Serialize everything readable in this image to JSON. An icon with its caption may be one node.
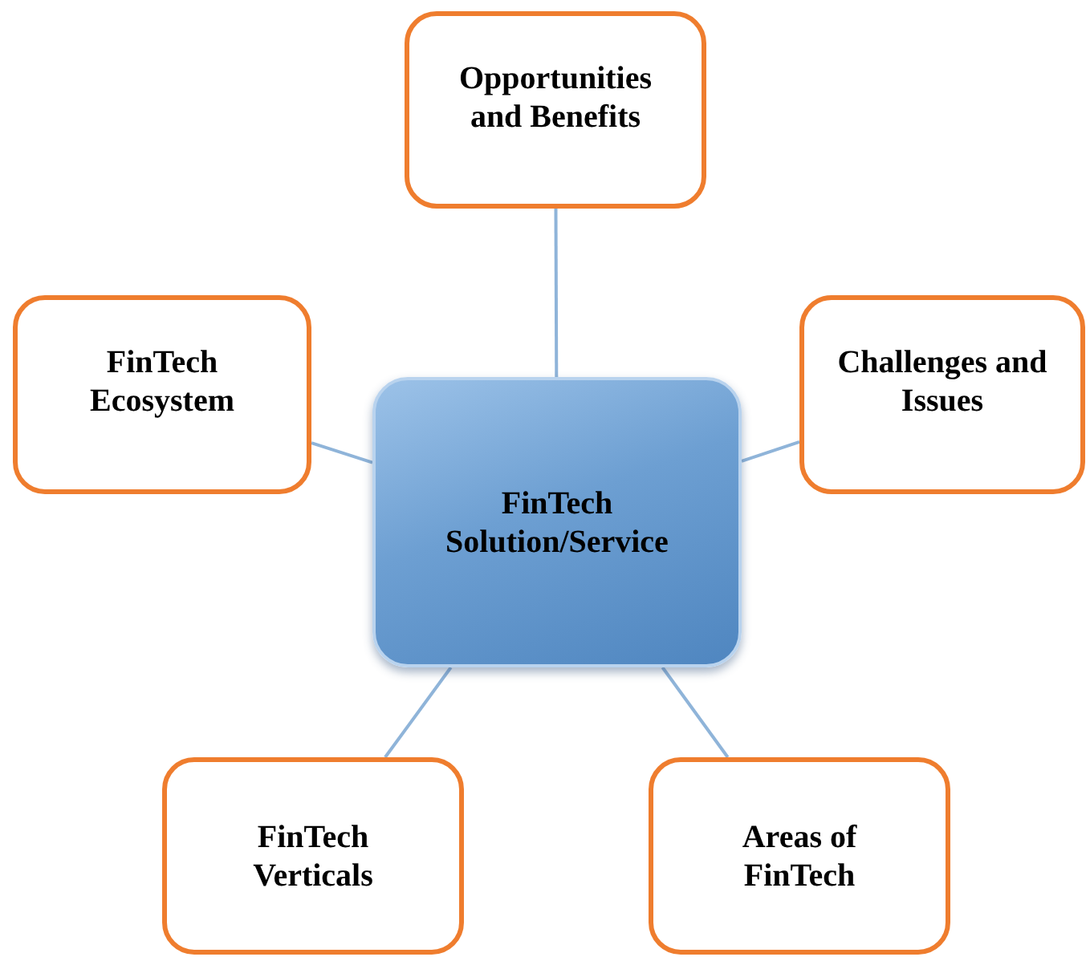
{
  "diagram": {
    "nodes": [
      {
        "text": [
          "Opportunities and Benefits"
        ]
      },
      {
        "text": [
          "FinTech Ecosystem"
        ]
      },
      {
        "text": [
          "FinTech Solution/Service"
        ]
      },
      {
        "text": [
          "Challenges and Issues"
        ]
      },
      {
        "text": [
          "FinTech Verticals"
        ]
      },
      {
        "text": [
          "Areas of FinTech"
        ]
      }
    ],
    "edges": [
      {
        "from": 2,
        "to": 0,
        "arrow": "none"
      },
      {
        "from": 2,
        "to": 1,
        "arrow": "none"
      },
      {
        "from": 2,
        "to": 3,
        "arrow": "none"
      },
      {
        "from": 2,
        "to": 4,
        "arrow": "none"
      },
      {
        "from": 2,
        "to": 5,
        "arrow": "none"
      }
    ]
  }
}
